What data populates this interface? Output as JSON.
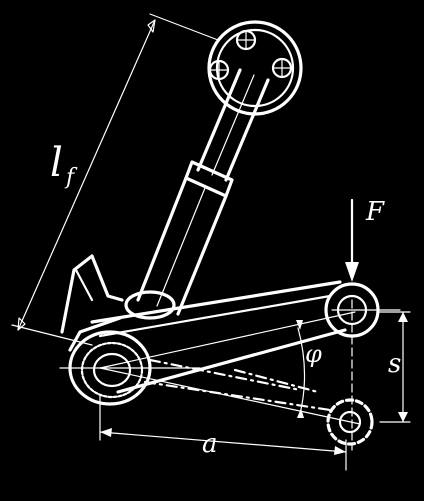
{
  "labels": {
    "lf": "l",
    "lf_sub": "f",
    "force": "F",
    "angle": "φ",
    "stroke": "s",
    "arm": "a"
  },
  "colors": {
    "background": "#000000",
    "ink": "#ffffff"
  }
}
